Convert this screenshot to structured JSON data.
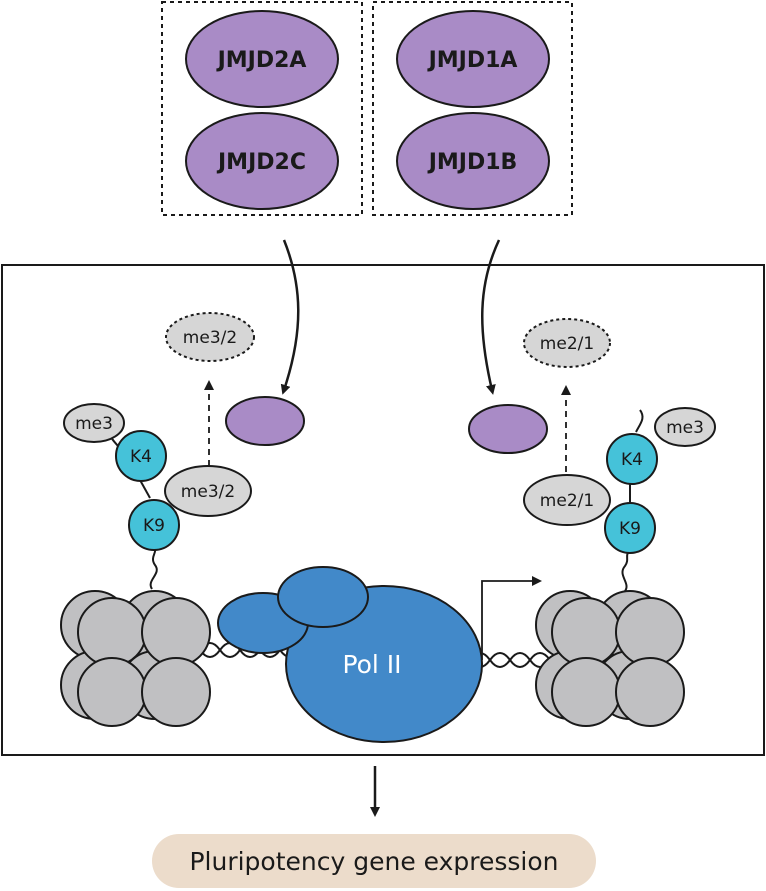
{
  "enzymes": {
    "left_group": [
      "JMJD2A",
      "JMJD2C"
    ],
    "right_group": [
      "JMJD1A",
      "JMJD1B"
    ]
  },
  "left_histone": {
    "top_mark": "me3",
    "k4": "K4",
    "k9_mark": "me3/2",
    "k9": "K9",
    "released_mark": "me3/2"
  },
  "right_histone": {
    "top_mark": "me3",
    "k4": "K4",
    "k9_mark": "me2/1",
    "k9": "K9",
    "released_mark": "me2/1"
  },
  "polymerase": "Pol II",
  "output": "Pluripotency gene expression",
  "colors": {
    "enzyme": "#a98bc6",
    "lysine": "#45c2d9",
    "mark": "#d6d6d6",
    "nucleosome": "#c0c0c2",
    "polymerase": "#4289c9",
    "output_bg": "#ecdccb"
  }
}
